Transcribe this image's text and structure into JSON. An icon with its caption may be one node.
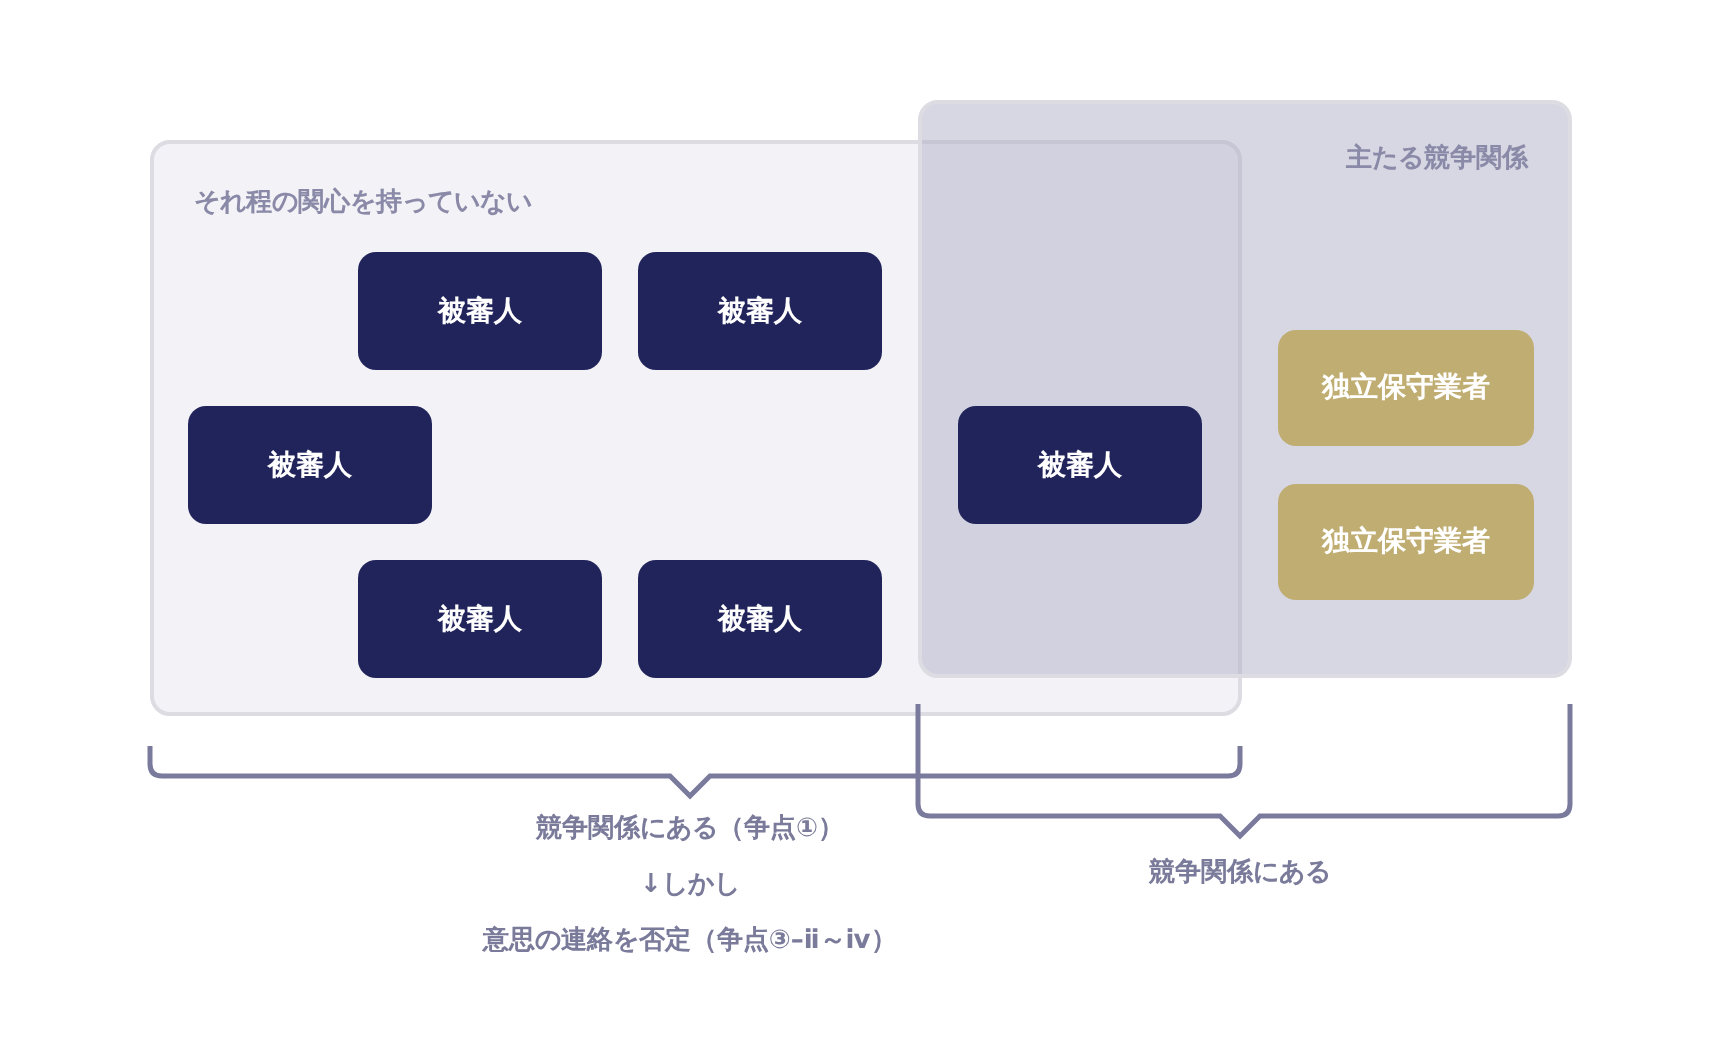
{
  "diagram": {
    "nodes": [
      {
        "text": [
          "それ程の関心を持っていない"
        ]
      },
      {
        "text": [
          "主たる競争関係"
        ]
      },
      {
        "text": [
          "被審人"
        ],
        "in": 0
      },
      {
        "text": [
          "被審人"
        ],
        "in": 0
      },
      {
        "text": [
          "被審人"
        ],
        "in": 0
      },
      {
        "text": [
          "被審人"
        ],
        "in": 0
      },
      {
        "text": [
          "被審人"
        ],
        "in": 0
      },
      {
        "text": [
          "被審人"
        ]
      },
      {
        "text": [
          "独立保守業者"
        ],
        "in": 1
      },
      {
        "text": [
          "独立保守業者"
        ],
        "in": 1
      }
    ],
    "labels": [
      "競争関係にある（争点①）",
      "↓しかし",
      "意思の連絡を否定（争点③–ⅱ～ⅳ）",
      "競争関係にある"
    ]
  }
}
